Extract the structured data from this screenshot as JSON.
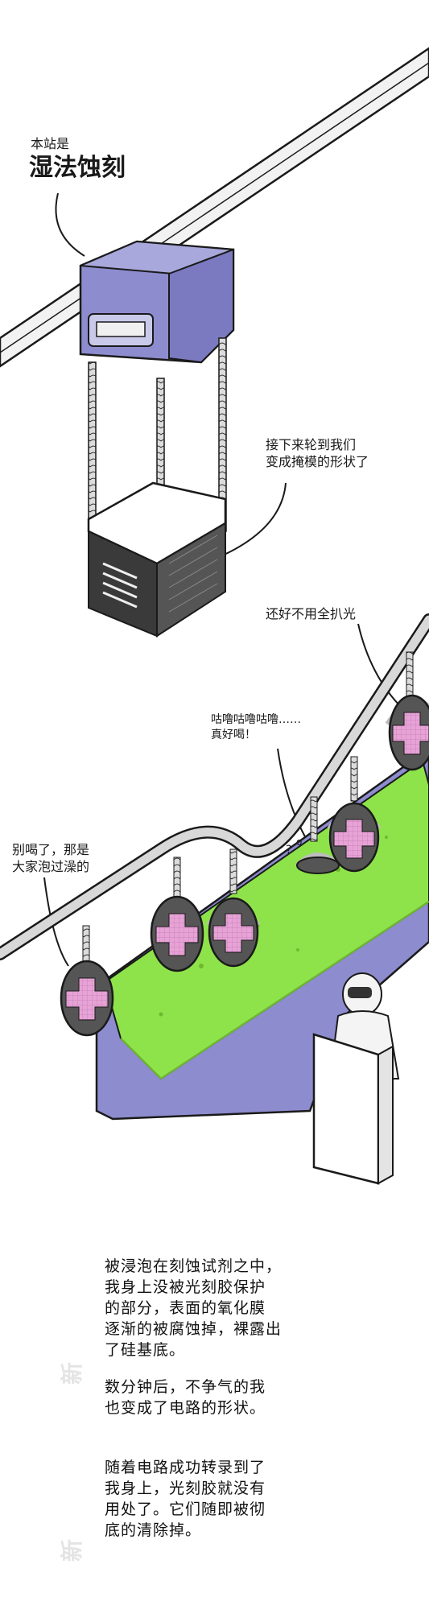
{
  "bubbles": {
    "station_small": "本站是",
    "station_big": "湿法蚀刻",
    "next_turn": "接下来轮到我们\n变成掩模的形状了",
    "not_stripped": "还好不用全扒光",
    "gulp": "咕噜咕噜咕噜……\n真好喝！",
    "dont_drink": "别喝了，那是\n大家泡过澡的"
  },
  "narration": {
    "p1": "被浸泡在刻蚀试剂之中，\n我身上没被光刻胶保护\n的部分，表面的氧化膜\n逐渐的被腐蚀掉，裸露出\n了硅基底。",
    "p2": "数分钟后，不争气的我\n也变成了电路的形状。",
    "p3": "随着电路成功转录到了\n我身上，光刻胶就没有\n用处了。它们随即被彻\n底的清除掉。"
  },
  "colors": {
    "purple": "#8d8ccf",
    "purple_dark": "#6f6fb5",
    "green": "#8ee34a",
    "pink": "#e7a2d6",
    "ink": "#1a1a1a"
  }
}
